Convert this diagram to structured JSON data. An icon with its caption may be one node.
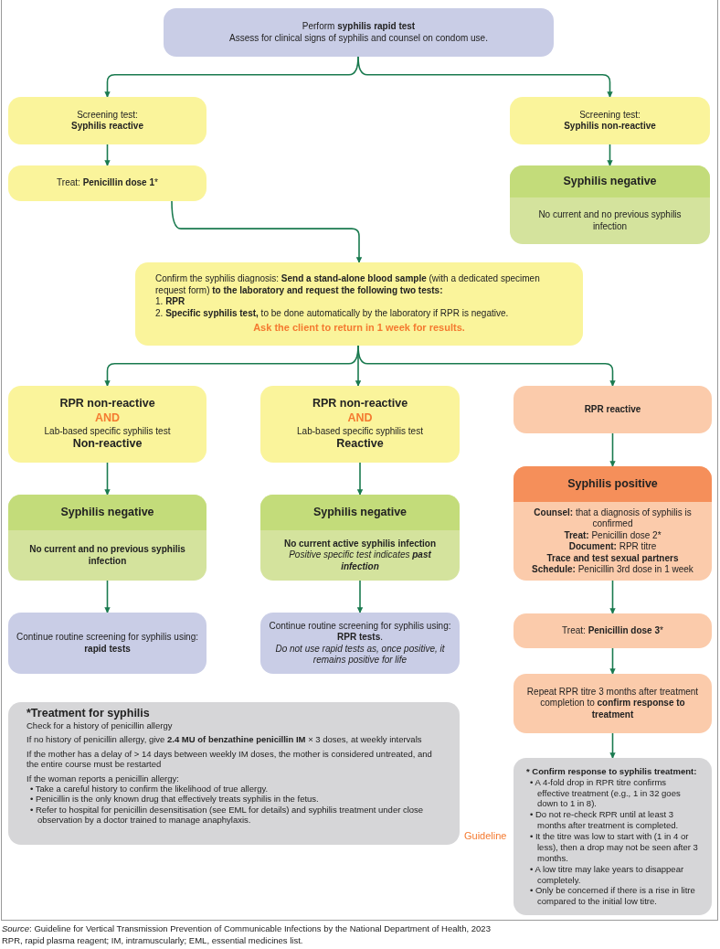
{
  "diagram": {
    "caption": "*Source*: Guideline for Vertical Transmission Prevention of Communicable Infections by the National Department of Health, 2023",
    "nodes": [
      {
        "text": [
          "Perform **syphilis rapid test**",
          "Assess for clinical signs of syphilis and counsel on condom use."
        ]
      },
      {
        "text": [
          "Screening test:",
          "Syphilis reactive"
        ]
      },
      {
        "text": [
          "Treat: **Penicillin dose 1***"
        ]
      },
      {
        "text": [
          "Screening test:",
          "Syphilis non-reactive"
        ]
      },
      {
        "text": [
          "Syphilis negative",
          "No current and no previous syphilis infection"
        ]
      },
      {
        "text": [
          "Confirm the syphilis diagnosis: **Send a stand-alone blood sample** (with a dedicated specimen request form) **to the laboratory and request the following two tests:**",
          "1. **RPR**",
          "2. **Specific syphilis test,** to be done automatically by the laboratory if RPR is negative.",
          "Ask the client to return in 1 week for results."
        ]
      },
      {
        "text": [
          "RPR non-reactive",
          "AND",
          "Lab-based specific syphilis test",
          "Non-reactive"
        ]
      },
      {
        "text": [
          "RPR non-reactive",
          "AND",
          "Lab-based specific syphilis test",
          "Reactive"
        ]
      },
      {
        "text": [
          "RPR reactive"
        ]
      },
      {
        "text": [
          "Syphilis negative",
          "No current and no previous syphilis infection"
        ]
      },
      {
        "text": [
          "Syphilis negative",
          "No current active syphilis infection",
          "Positive specific test indicates **past infection**"
        ]
      },
      {
        "text": [
          "Syphilis positive",
          "**Counsel:** that a diagnosis of syphilis is confirmed",
          "**Treat:** Penicillin dose 2*",
          "**Document:** RPR titre",
          "Trace and test sexual partners",
          "**Schedule:** Penicillin 3rd dose in 1 week"
        ]
      },
      {
        "text": [
          "Continue routine screening for syphilis using: **rapid tests**"
        ]
      },
      {
        "text": [
          "Continue routine screening for syphilis using: **RPR tests**.",
          "Do not use rapid tests as, once positive, it remains positive for life"
        ]
      },
      {
        "text": [
          "Treat: **Penicillin dose 3***"
        ]
      },
      {
        "text": [
          "Repeat RPR titre 3 months after treatment completion to **confirm response to treatment**"
        ]
      },
      {
        "text": [
          "*Treatment for syphilis",
          "Check for a history of penicillin allergy",
          "If no history of penicillin allergy, give **2.4 MU of benzathine penicillin IM** × 3 doses, at weekly intervals",
          "If the mother has a delay of > 14 days between weekly IM doses, the mother is considered untreated, and the entire course must be restarted",
          "If the woman reports a penicillin allergy:",
          "• Take a careful history to confirm the likelihood of true allergy.",
          "• Penicillin is the only known drug that effectively treats syphilis in the fetus.",
          "• Refer to hospital for penicillin desensitisation (see EML for details) and syphilis treatment under close observation by a doctor trained to manage anaphylaxis."
        ]
      },
      {
        "text": [
          "* Confirm response to syphilis treatment:",
          "• A 4-fold drop in RPR titre confirms effective treatment (e.g., 1 in 32 goes down to 1 in 8).",
          "• Do not re-check RPR until at least 3 months after treatment is completed.",
          "• It the titre was low to start with (1 in 4 or less), then a drop may not be seen after 3 months.",
          "• A low titre may lake years to disappear completely.",
          "• Only be concerned if there is a rise in litre compared to the initial low titre."
        ]
      }
    ],
    "edges": [
      {
        "from": 0,
        "to": 1,
        "arrow": "to"
      },
      {
        "from": 0,
        "to": 3,
        "arrow": "to"
      },
      {
        "from": 1,
        "to": 2,
        "arrow": "to"
      },
      {
        "from": 3,
        "to": 4,
        "arrow": "to"
      },
      {
        "from": 2,
        "to": 5,
        "arrow": "to"
      },
      {
        "from": 5,
        "to": 6,
        "arrow": "to"
      },
      {
        "from": 5,
        "to": 7,
        "arrow": "to"
      },
      {
        "from": 5,
        "to": 8,
        "arrow": "to"
      },
      {
        "from": 6,
        "to": 9,
        "arrow": "to"
      },
      {
        "from": 7,
        "to": 10,
        "arrow": "to"
      },
      {
        "from": 8,
        "to": 11,
        "arrow": "to"
      },
      {
        "from": 9,
        "to": 12,
        "arrow": "to"
      },
      {
        "from": 10,
        "to": 13,
        "arrow": "to"
      },
      {
        "from": 11,
        "to": 14,
        "arrow": "to"
      },
      {
        "from": 14,
        "to": 15,
        "arrow": "to"
      },
      {
        "from": 15,
        "to": 17,
        "arrow": "to"
      }
    ],
    "labels": [
      "Guideline",
      "RPR, rapid plasma reagent; IM,  intramuscularly; EML, essential medicines list."
    ]
  }
}
